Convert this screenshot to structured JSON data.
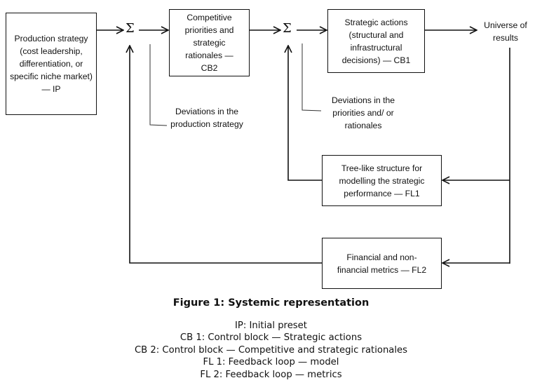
{
  "diagram": {
    "blocks": {
      "initial_preset": "Production strategy (cost leadership, differentiation, or specific niche market) — IP",
      "competitive_priorities": "Competitive priorities and strategic rationales — CB2",
      "strategic_actions": "Strategic actions (structural and infrastructural decisions) — CB1",
      "feedback_model": "Tree-like structure for modelling the strategic performance — FL1",
      "feedback_metrics": "Financial and non-financial metrics — FL2"
    },
    "summing_junction_symbol": "Σ",
    "output_label": "Universe of results",
    "disturbances": {
      "production_strategy": "Deviations in the production strategy",
      "priorities_rationales": "Deviations in the priorities and/ or rationales"
    }
  },
  "caption": {
    "title": "Figure 1: Systemic representation",
    "legend": [
      "IP: Initial preset",
      "CB 1: Control block — Strategic actions",
      "CB 2: Control block — Competitive and strategic rationales",
      "FL 1: Feedback loop — model",
      "FL 2: Feedback loop — metrics"
    ]
  }
}
